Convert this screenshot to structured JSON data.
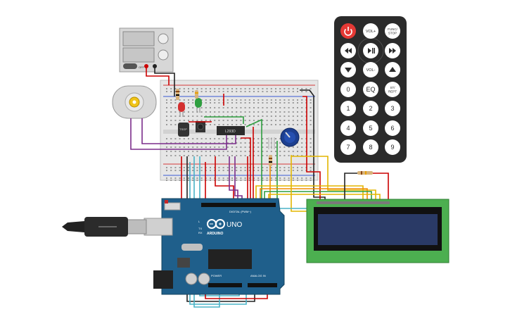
{
  "remote": {
    "buttons": [
      {
        "label": "",
        "icon": "power-icon"
      },
      {
        "label": "VOL+",
        "icon": ""
      },
      {
        "label": "FUNC/ STOP",
        "icon": ""
      },
      {
        "label": "",
        "icon": "rewind-icon"
      },
      {
        "label": "",
        "icon": "play-pause-icon"
      },
      {
        "label": "",
        "icon": "fast-forward-icon"
      },
      {
        "label": "",
        "icon": "down-icon"
      },
      {
        "label": "VOL-",
        "icon": ""
      },
      {
        "label": "",
        "icon": "up-icon"
      },
      {
        "label": "0",
        "icon": ""
      },
      {
        "label": "EQ",
        "icon": ""
      },
      {
        "label": "ST/ REPT",
        "icon": ""
      },
      {
        "label": "1",
        "icon": ""
      },
      {
        "label": "2",
        "icon": ""
      },
      {
        "label": "3",
        "icon": ""
      },
      {
        "label": "4",
        "icon": ""
      },
      {
        "label": "5",
        "icon": ""
      },
      {
        "label": "6",
        "icon": ""
      },
      {
        "label": "7",
        "icon": ""
      },
      {
        "label": "8",
        "icon": ""
      },
      {
        "label": "9",
        "icon": ""
      }
    ]
  },
  "arduino": {
    "brand": "ARDUINO",
    "model": "UNO",
    "digital_label": "DIGITAL (PWM~)",
    "power_label": "POWER",
    "analog_label": "ANALOG IN",
    "led_labels": [
      "L",
      "TX",
      "RX"
    ]
  },
  "components": {
    "driver_chip": "L293D",
    "ir_receiver": "TSOP",
    "power_supply_button": "OFF"
  },
  "colors": {
    "board_blue": "#1f5f8b",
    "breadboard": "#e4e4e4",
    "lcd_green": "#4caf50",
    "lcd_screen": "#2a3a66",
    "remote_body": "#2b2b2b",
    "power_button": "#e53935"
  }
}
